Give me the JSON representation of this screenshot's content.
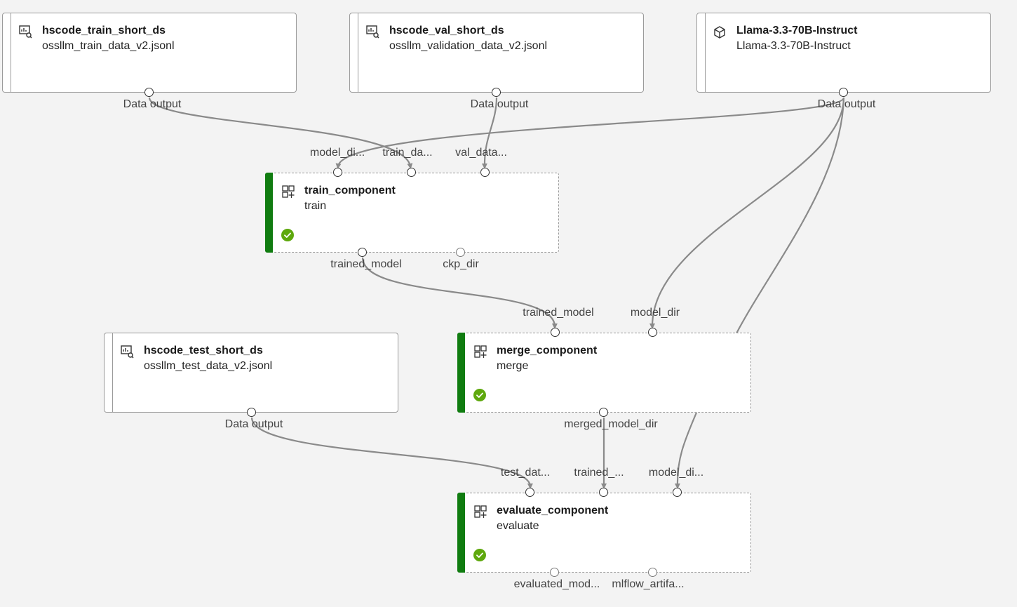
{
  "nodes": {
    "train_ds": {
      "title": "hscode_train_short_ds",
      "subtitle": "ossllm_train_data_v2.jsonl",
      "icon": "dataset-icon",
      "output_label": "Data output"
    },
    "val_ds": {
      "title": "hscode_val_short_ds",
      "subtitle": "ossllm_validation_data_v2.jsonl",
      "icon": "dataset-icon",
      "output_label": "Data output"
    },
    "model": {
      "title": "Llama-3.3-70B-Instruct",
      "subtitle": "Llama-3.3-70B-Instruct",
      "icon": "model-cube-icon",
      "output_label": "Data output"
    },
    "train": {
      "title": "train_component",
      "subtitle": "train",
      "icon": "component-icon",
      "status": "completed",
      "inputs": [
        "model_di...",
        "train_da...",
        "val_data..."
      ],
      "outputs": [
        "trained_model",
        "ckp_dir"
      ]
    },
    "test_ds": {
      "title": "hscode_test_short_ds",
      "subtitle": "ossllm_test_data_v2.jsonl",
      "icon": "dataset-icon",
      "output_label": "Data output"
    },
    "merge": {
      "title": "merge_component",
      "subtitle": "merge",
      "icon": "component-icon",
      "status": "completed",
      "inputs": [
        "trained_model",
        "model_dir"
      ],
      "outputs": [
        "merged_model_dir"
      ]
    },
    "evaluate": {
      "title": "evaluate_component",
      "subtitle": "evaluate",
      "icon": "component-icon",
      "status": "completed",
      "inputs": [
        "test_dat...",
        "trained_...",
        "model_di..."
      ],
      "outputs": [
        "evaluated_mod...",
        "mlflow_artifa..."
      ]
    }
  },
  "colors": {
    "success": "#107c10",
    "check": "#5ea80d",
    "wire": "#8a8a8a",
    "canvas": "#f3f3f3"
  }
}
